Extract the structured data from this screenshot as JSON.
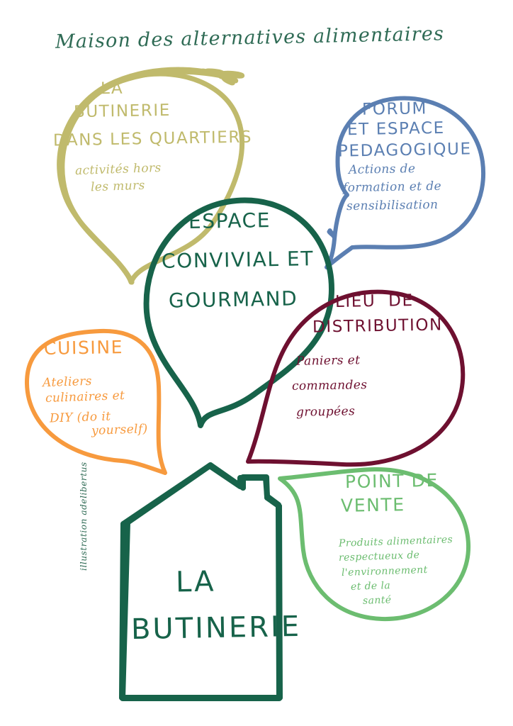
{
  "page": {
    "title": "Maison des alternatives alimentaires",
    "signature": "illustration adelibertus",
    "background_color": "#ffffff"
  },
  "palette": {
    "dark_green": "#17634a",
    "olive": "#c0ba6c",
    "blue": "#5b7fb2",
    "burgundy": "#6e1030",
    "orange": "#f79a3e",
    "light_green": "#6cbd70"
  },
  "bubbles": [
    {
      "id": "butinerie-quartiers",
      "color": "#c0ba6c",
      "heading_lines": [
        "LA",
        "BUTINERIE",
        "DANS LES QUARTIERS"
      ],
      "subtitle_lines": [
        "activités hors",
        "les murs"
      ]
    },
    {
      "id": "forum-pedagogique",
      "color": "#5b7fb2",
      "heading_lines": [
        "FORUM",
        "ET ESPACE",
        "PEDAGOGIQUE"
      ],
      "subtitle_lines": [
        "Actions de",
        "formation et de",
        "sensibilisation"
      ]
    },
    {
      "id": "espace-convivial",
      "color": "#17634a",
      "heading_lines": [
        "ESPACE",
        "CONVIVIAL ET",
        "GOURMAND"
      ],
      "subtitle_lines": []
    },
    {
      "id": "lieu-distribution",
      "color": "#6e1030",
      "heading_lines": [
        "LIEU  DE",
        "DISTRIBUTION"
      ],
      "subtitle_lines": [
        "Paniers et",
        "commandes",
        "groupées"
      ]
    },
    {
      "id": "cuisine",
      "color": "#f79a3e",
      "heading_lines": [
        "CUISINE"
      ],
      "subtitle_lines": [
        "Ateliers",
        "culinaires et",
        "DIY (do it",
        "     yourself)"
      ]
    },
    {
      "id": "point-de-vente",
      "color": "#6cbd70",
      "heading_lines": [
        "POINT DE",
        "VENTE"
      ],
      "subtitle_lines": [
        "Produits alimentaires",
        "respectueux de",
        "l'environnement",
        "et de la",
        "santé"
      ]
    }
  ],
  "house": {
    "id": "la-butinerie-house",
    "color": "#17634a",
    "heading_lines": [
      "LA",
      "BUTINERIE"
    ]
  }
}
